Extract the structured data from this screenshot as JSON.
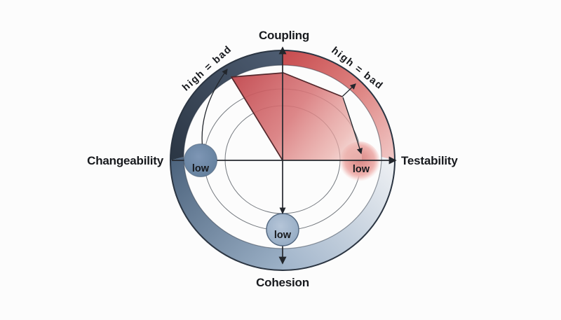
{
  "diagram": {
    "background": "#fcfcfc",
    "axes": {
      "top": {
        "label": "Coupling"
      },
      "right": {
        "label": "Testability"
      },
      "bottom": {
        "label": "Cohesion"
      },
      "left": {
        "label": "Changeability"
      }
    },
    "annotations": {
      "high_bad_left": "high = bad",
      "high_bad_right": "high = bad",
      "low_left": "low",
      "low_bottom": "low",
      "low_right": "low"
    },
    "colors": {
      "ring_dark_slate": "#2b3644",
      "ring_slate_light": "#4d5c71",
      "ring_red": "#c84d50",
      "ring_pink_pale": "#f1c9c7",
      "ring_blue_pale": "#eff1f4",
      "ring_blue": "#a0b4ca",
      "ring_blue_dark": "#4c637d",
      "polygon_red_dark": "#c2484e",
      "polygon_red_light": "#f4d6d1",
      "marker_left": "#6f89ac",
      "marker_bottom": "#a9bccf",
      "marker_right": "#e59d9a",
      "line": "#24282e",
      "text": "#17191d",
      "inner_circle_stroke": "#73787e"
    }
  }
}
